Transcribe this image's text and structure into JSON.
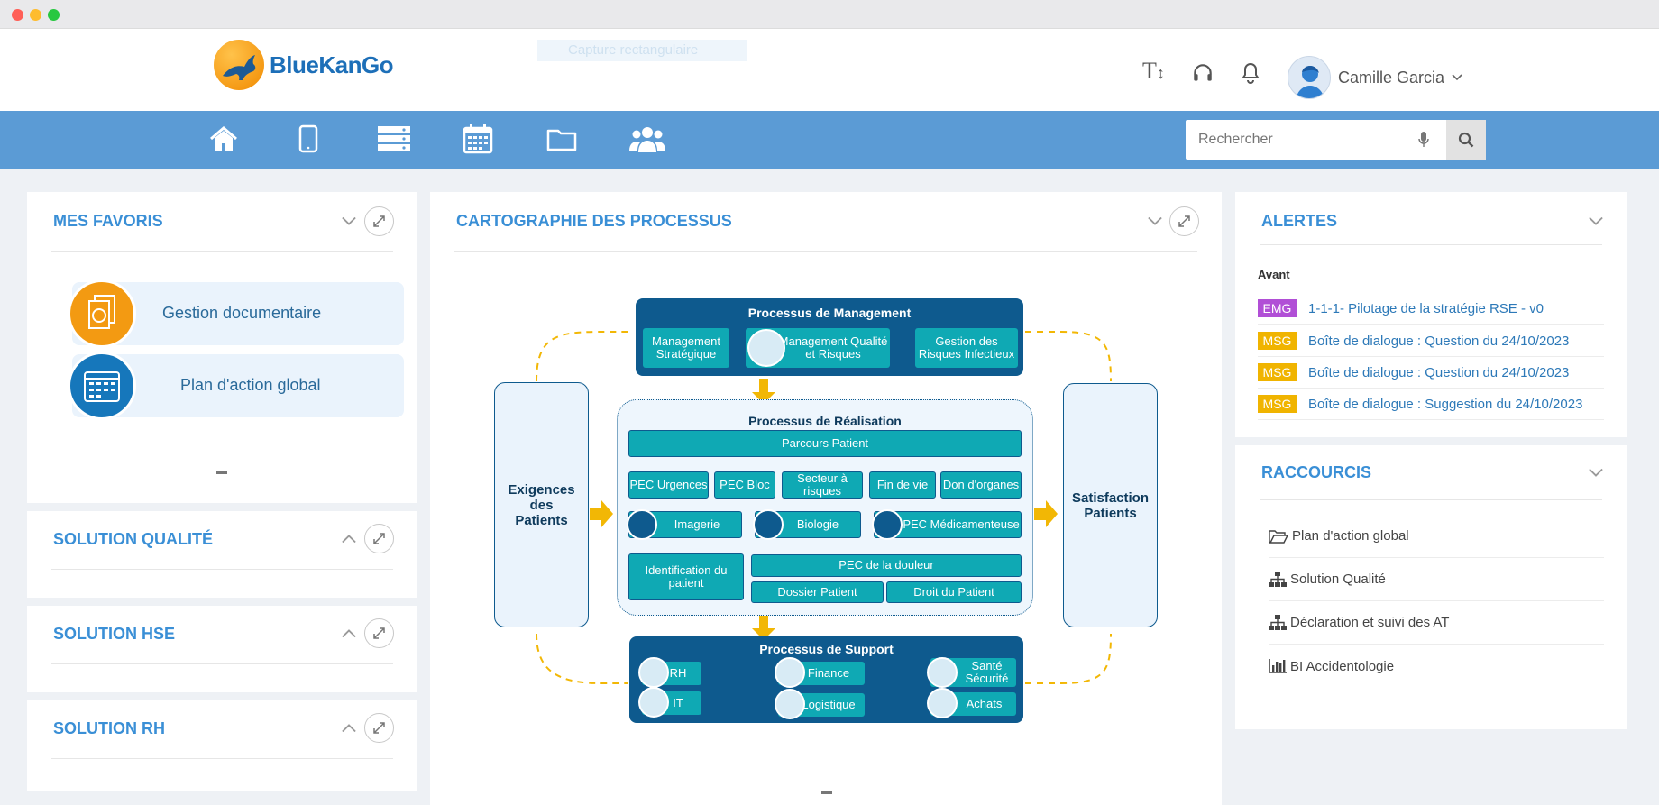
{
  "header": {
    "logo_text": "BlueKanGo",
    "capture_hint": "Capture rectangulaire",
    "user_name": "Camille Garcia"
  },
  "nav": {
    "icons": [
      "home-icon",
      "tablet-icon",
      "server-icon",
      "calendar-icon",
      "folder-icon",
      "users-icon"
    ],
    "search_placeholder": "Rechercher"
  },
  "favoris": {
    "title": "MES FAVORIS",
    "items": [
      {
        "label": "Gestion documentaire",
        "color": "#f39a12"
      },
      {
        "label": "Plan d'action global",
        "color": "#1677bb"
      }
    ]
  },
  "solutions": [
    {
      "title": "SOLUTION QUALITÉ"
    },
    {
      "title": "SOLUTION HSE"
    },
    {
      "title": "SOLUTION RH"
    }
  ],
  "cartographie": {
    "title": "CARTOGRAPHIE DES PROCESSUS",
    "management": {
      "title": "Processus de Management",
      "items": [
        "Management Stratégique",
        "Management Qualité et Risques",
        "Gestion des Risques Infectieux"
      ]
    },
    "exigences": "Exigences des Patients",
    "satisfaction": "Satisfaction Patients",
    "realisation": {
      "title": "Processus de Réalisation",
      "parcours": "Parcours Patient",
      "row1": [
        "PEC Urgences",
        "PEC Bloc",
        "Secteur à risques",
        "Fin de vie",
        "Don d'organes"
      ],
      "row2": [
        "Imagerie",
        "Biologie",
        "PEC Médicamenteuse"
      ],
      "identification": "Identification du patient",
      "douleur": "PEC de la douleur",
      "dossier": "Dossier Patient",
      "droit": "Droit du Patient"
    },
    "support": {
      "title": "Processus de Support",
      "items": [
        "RH",
        "Finance",
        "Santé Sécurité",
        "IT",
        "Logistique",
        "Achats"
      ]
    }
  },
  "alertes": {
    "title": "ALERTES",
    "section": "Avant",
    "items": [
      {
        "badge": "EMG",
        "color": "#b14fd6",
        "text": "1-1-1- Pilotage de la stratégie RSE - v0"
      },
      {
        "badge": "MSG",
        "color": "#f0b400",
        "text": "Boîte de dialogue : Question du 24/10/2023"
      },
      {
        "badge": "MSG",
        "color": "#f0b400",
        "text": "Boîte de dialogue : Question du 24/10/2023"
      },
      {
        "badge": "MSG",
        "color": "#f0b400",
        "text": "Boîte de dialogue : Suggestion du 24/10/2023"
      }
    ]
  },
  "raccourcis": {
    "title": "RACCOURCIS",
    "items": [
      {
        "label": "Plan d'action global",
        "icon": "folder-open-icon"
      },
      {
        "label": "Solution Qualité",
        "icon": "sitemap-icon"
      },
      {
        "label": "Déclaration et suivi des AT",
        "icon": "sitemap-icon"
      },
      {
        "label": "BI Accidentologie",
        "icon": "bar-chart-icon"
      }
    ]
  }
}
